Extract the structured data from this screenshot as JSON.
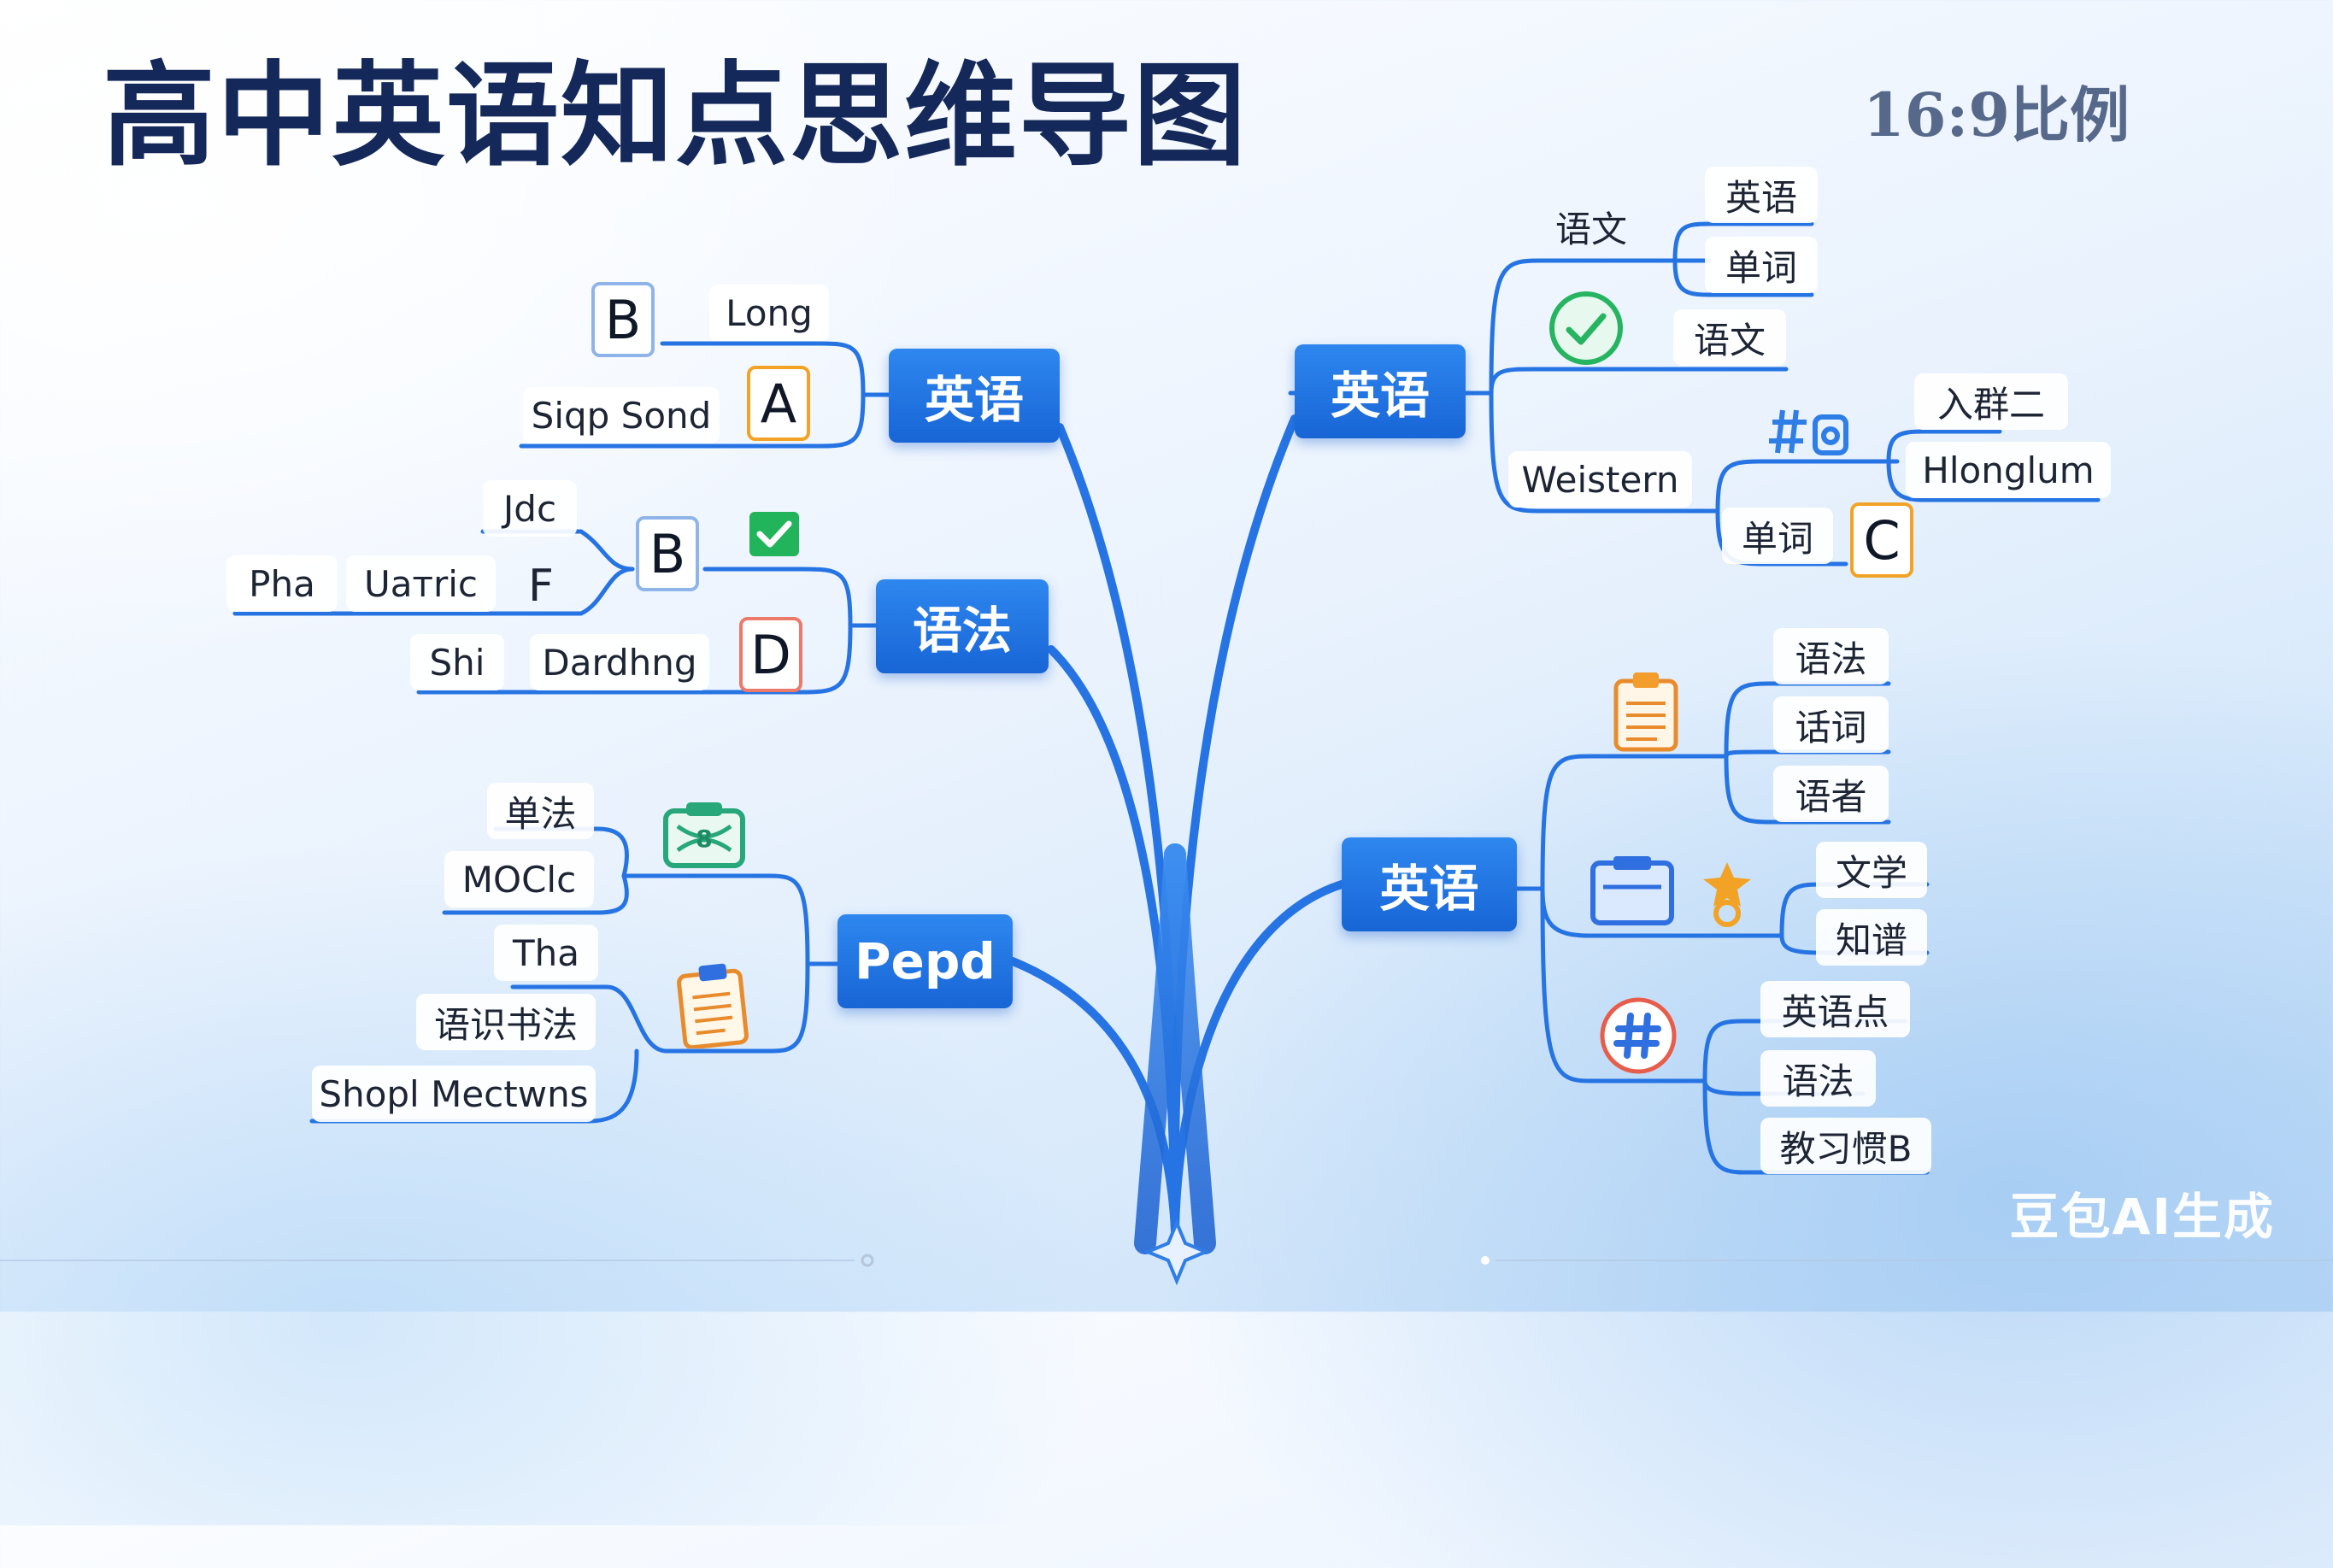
{
  "title": "高中英语知点思维导图",
  "ratio_label": "16:9比例",
  "watermark": "豆包AI生成",
  "left": {
    "b1": {
      "hub": "英语",
      "items": [
        {
          "badge": "B",
          "label": "Long"
        },
        {
          "badge": "A",
          "label": "Siqp Sond"
        }
      ]
    },
    "b2": {
      "hub": "语法",
      "leaves": [
        "Jdc",
        "Pha",
        "Uaтric",
        "F",
        "Shi",
        "Dardhng"
      ],
      "badges": [
        "B",
        "D"
      ],
      "check_icon": "check-square-icon"
    },
    "b3": {
      "hub": "Pepd",
      "leaves": [
        "单法",
        "MOClc",
        "Tha",
        "语识书法",
        "Shopl Mectwns"
      ],
      "icons": [
        "money-camera-icon",
        "clipboard-icon"
      ]
    }
  },
  "right": {
    "b1": {
      "hub": "英语",
      "labels": [
        "语文",
        "英语",
        "单词",
        "语文",
        "Weistern",
        "入群二",
        "Hlonglum",
        "单词"
      ],
      "badge": "C",
      "icons": [
        "check-circle-icon",
        "hash-cup-icon"
      ]
    },
    "b2": {
      "hub": "英语",
      "leaves": [
        "语法",
        "话词",
        "语者",
        "文学",
        "知谱",
        "英语点",
        "语法",
        "教习惯B"
      ],
      "icons": [
        "notepad-icon",
        "folder-icon",
        "medal-icon",
        "hash-circle-icon"
      ]
    }
  },
  "colors": {
    "hub_blue": "#1f6fe0",
    "connector_blue": "#2674e3",
    "title_navy": "#14285a",
    "badge_orange": "#f2a326",
    "badge_red": "#ec7a6a",
    "badge_blue": "#8fb4ea",
    "check_green": "#22b45a"
  }
}
